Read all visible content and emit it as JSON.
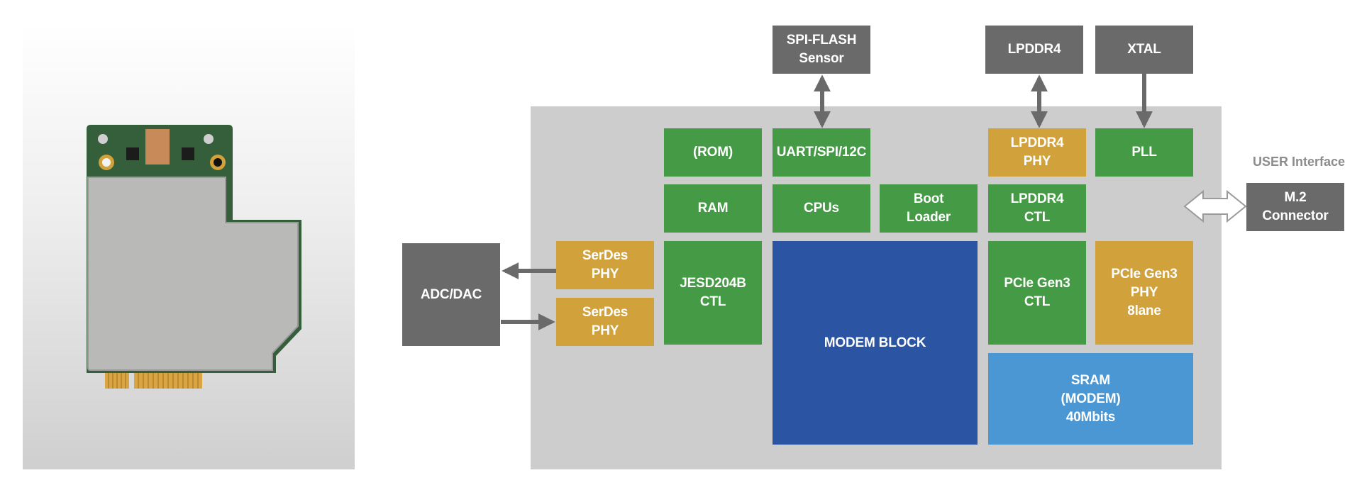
{
  "colors": {
    "logic": "#459a45",
    "phy": "#d1a23b",
    "external": "#6a6a6a",
    "modem": "#2b55a2",
    "sram": "#4b97d4",
    "chip_background": "#cdcdcd"
  },
  "blocks": {
    "spi_flash": "SPI-FLASH\nSensor",
    "lpddr4_ext": "LPDDR4",
    "xtal": "XTAL",
    "rom": "(ROM)",
    "uart": "UART/SPI/12C",
    "lpddr4_phy": "LPDDR4\nPHY",
    "pll": "PLL",
    "ram": "RAM",
    "cpus": "CPUs",
    "boot_loader": "Boot\nLoader",
    "lpddr4_ctl": "LPDDR4\nCTL",
    "m2_connector": "M.2\nConnector",
    "adc_dac": "ADC/DAC",
    "serdes_phy_1": "SerDes\nPHY",
    "serdes_phy_2": "SerDes\nPHY",
    "jesd204b": "JESD204B\nCTL",
    "modem_block": "MODEM BLOCK",
    "pcie_ctl": "PCIe Gen3\nCTL",
    "pcie_phy": "PCIe Gen3\nPHY\n8lane",
    "sram": "SRAM\n(MODEM)\n40Mbits"
  },
  "labels": {
    "user_interface": "USER Interface"
  },
  "icons": {
    "module_photo": "m2-module-photo-icon"
  }
}
